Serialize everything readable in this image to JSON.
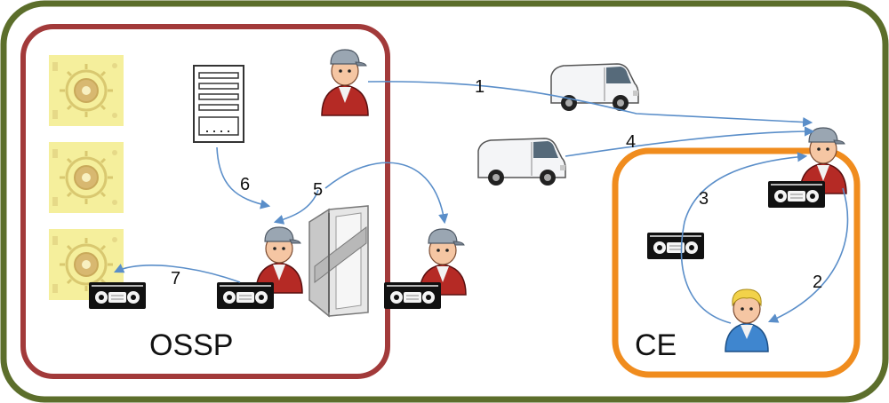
{
  "regions": {
    "ossp_label": "OSSP",
    "ce_label": "CE"
  },
  "steps": [
    "1",
    "2",
    "3",
    "4",
    "5",
    "6",
    "7"
  ],
  "colors": {
    "outer_border": "#5c6e2b",
    "ossp_border": "#a23a3a",
    "ce_border": "#f08c1e",
    "arrow": "#5a8ec9",
    "vault_bg": "#f5ef9c"
  },
  "icons": {
    "vaults": [
      "vault-icon",
      "vault-icon",
      "vault-icon"
    ],
    "server": "server-icon",
    "door": "revolving-door-icon",
    "vans": [
      "van-icon",
      "van-icon"
    ],
    "couriers": [
      "courier-icon",
      "courier-icon",
      "courier-icon",
      "courier-icon"
    ],
    "customer": "customer-icon",
    "tapes": [
      "tape-icon",
      "tape-icon",
      "tape-icon",
      "tape-icon",
      "tape-icon"
    ]
  }
}
